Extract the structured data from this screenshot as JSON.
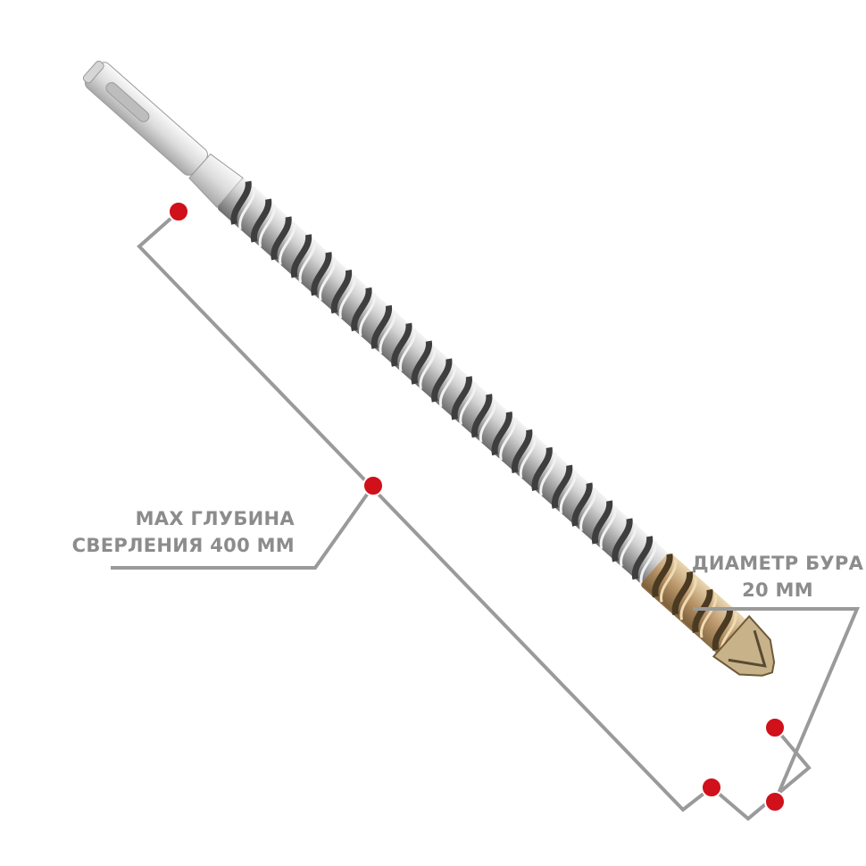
{
  "labels": {
    "depth": {
      "line1": "MAX ГЛУБИНА",
      "line2": "СВЕРЛЕНИЯ 400 ММ"
    },
    "diameter": {
      "line1": "ДИАМЕТР БУРА",
      "line2": "20 ММ"
    }
  },
  "colors": {
    "text": "#8c8c8c",
    "leader_line": "#9a9a9a",
    "marker": "#d0101a",
    "steel": "#c9c9c9",
    "tip_gold": "#b08850"
  }
}
